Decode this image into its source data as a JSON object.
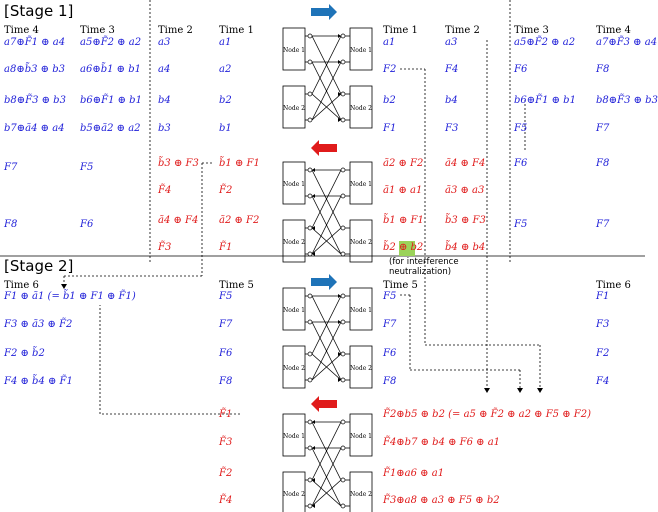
{
  "stage1": {
    "title": "[Stage 1]",
    "time4_hdr": "Time 4",
    "time3_hdr": "Time 3",
    "time2_hdr": "Time 2",
    "time1_hdr": "Time 1",
    "r_time1_hdr": "Time 1",
    "r_time2_hdr": "Time 2",
    "r_time3_hdr": "Time 3",
    "r_time4_hdr": "Time 4",
    "col_t4": [
      "a7⊕F̃1 ⊕ a4",
      "a8⊕b̃3 ⊕ b3",
      "b8⊕F̃3 ⊕ b3",
      "b7⊕ã4 ⊕ a4"
    ],
    "col_t4_low": [
      "F7",
      "F8"
    ],
    "col_t3": [
      "a5⊕F̃2 ⊕ a2",
      "a6⊕b̃1 ⊕ b1",
      "b6⊕F̃1 ⊕ b1",
      "b5⊕ã2 ⊕ a2"
    ],
    "col_t3_low": [
      "F5",
      "F6"
    ],
    "col_t2": [
      "a3",
      "a4",
      "b4",
      "b3"
    ],
    "col_t2_low": [
      "b̃3 ⊕ F3",
      "F̃4",
      "ã4 ⊕ F4",
      "F̃3"
    ],
    "col_t1": [
      "a1",
      "a2",
      "b2",
      "b1"
    ],
    "col_t1_low": [
      "b̃1 ⊕ F1",
      "F̃2",
      "ã2 ⊕ F2",
      "F̃1"
    ],
    "r1": [
      "a1",
      "F2",
      "b2",
      "F1"
    ],
    "r1_low": [
      "ã2 ⊕ F2",
      "ã1 ⊕ a1",
      "b̃1 ⊕ F1",
      "b̃2 ⊕ b2"
    ],
    "r2": [
      "a3",
      "F4",
      "b4",
      "F3"
    ],
    "r2_low": [
      "ã4 ⊕ F4",
      "ã3 ⊕ a3",
      "b̃3 ⊕ F3",
      "b̃4 ⊕ b4"
    ],
    "r3": [
      "a5⊕F̃2 ⊕ a2",
      "F6",
      "b6⊕F̃1 ⊕ b1",
      "F5"
    ],
    "r3_low": [
      "F6",
      "F5"
    ],
    "r4": [
      "a7⊕F̃3 ⊕ a4",
      "F8",
      "b8⊕F̃3 ⊕ b3",
      "F7"
    ],
    "r4_low": [
      "F8",
      "F7"
    ],
    "note1": "(for interference",
    "note2": "neutralization)"
  },
  "stage2": {
    "title": "[Stage 2]",
    "time6_hdr": "Time 6",
    "time5_hdr": "Time 5",
    "r_time5_hdr": "Time 5",
    "r_time6_hdr": "Time 6",
    "col_t6": [
      "F1 ⊕ ã1  (= b̃1 ⊕ F1 ⊕ F̃1)",
      "F3 ⊕ ã3 ⊕ F̃2",
      "F2 ⊕ b̃2",
      "F4 ⊕ b̃4 ⊕ F̃1"
    ],
    "col_t5": [
      "F5",
      "F7",
      "F6",
      "F8"
    ],
    "col_t5_low": [
      "F̃1",
      "F̃3",
      "F̃2",
      "F̃4"
    ],
    "r5": [
      "F5",
      "F7",
      "F6",
      "F8"
    ],
    "r5_low": [
      "F̃2⊕b5 ⊕ b2  (= a5 ⊕ F̃2 ⊕ a2 ⊕ F5 ⊕ F2)",
      "F̃4⊕b7 ⊕ b4 ⊕ F6 ⊕ a1",
      "F̃1⊕a6 ⊕ a1",
      "F̃3⊕a8 ⊕ a3 ⊕ F5 ⊕ b2"
    ],
    "r6": [
      "F1",
      "F3",
      "F2",
      "F4"
    ]
  },
  "nodes": {
    "n1": "Node 1",
    "n2": "Node 2"
  },
  "colors": {
    "blue": "#1f1fd8",
    "red": "#e01b1b",
    "arrow_blue": "#1e73b8",
    "highlight": "#9bd35a"
  }
}
